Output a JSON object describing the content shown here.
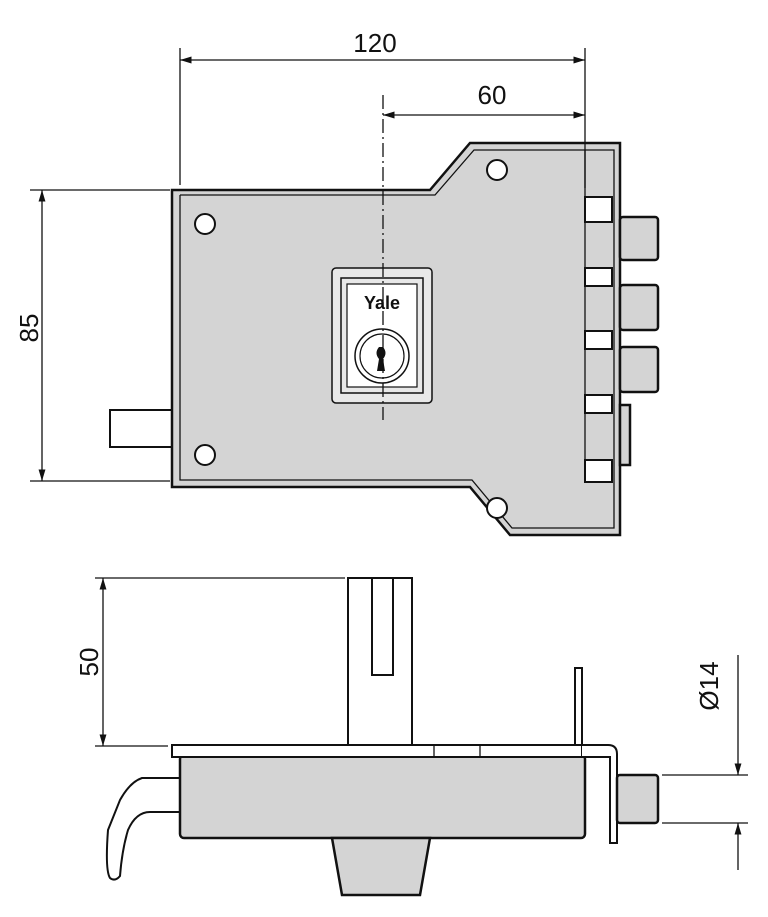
{
  "dimensions": {
    "overall_width": "120",
    "center_offset": "60",
    "height": "85",
    "depth": "50",
    "cylinder_diameter": "Ø14"
  },
  "logo": {
    "brand": "Yale"
  },
  "colors": {
    "body": "#d4d4d4",
    "line": "#111111"
  }
}
